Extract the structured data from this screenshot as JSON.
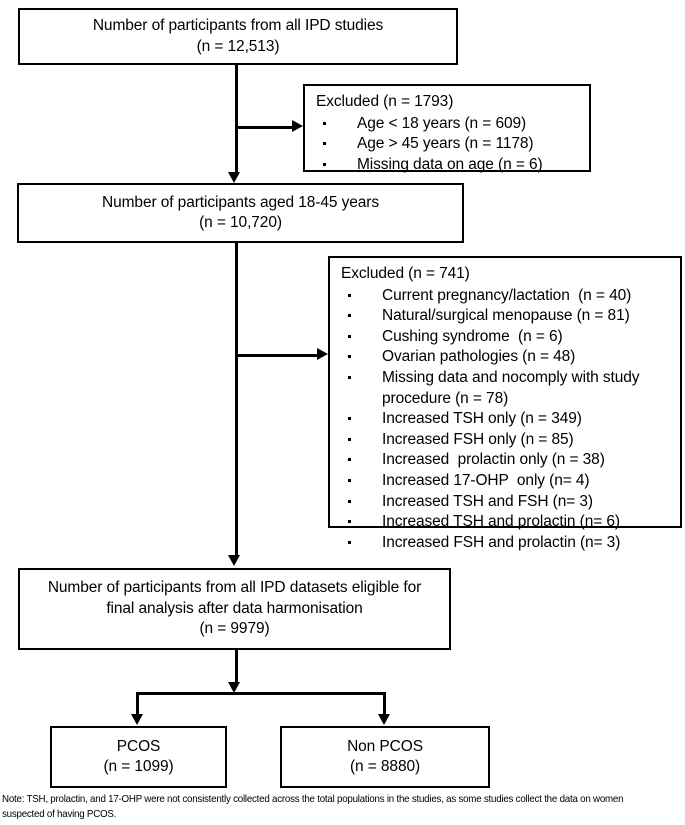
{
  "flowchart": {
    "title": "PRISMA-style participant flow diagram",
    "boxes": {
      "main_1": {
        "line1": "Number of participants from all IPD studies",
        "line2": "(n = 12,513)"
      },
      "main_2": {
        "line1": "Number of participants aged 18-45 years",
        "line2": "(n = 10,720)"
      },
      "main_3": {
        "line1": "Number of participants from all IPD datasets eligible for",
        "line2": "final analysis after data harmonisation",
        "line3": "(n = 9979)"
      },
      "pcos": {
        "line1": "PCOS",
        "line2": "(n = 1099)"
      },
      "non_pcos": {
        "line1": "Non PCOS",
        "line2": "(n = 8880)"
      }
    },
    "exclusions": {
      "first": {
        "title": "Excluded (n = 1793)",
        "items": [
          "Age < 18 years (n = 609)",
          "Age > 45 years (n = 1178)",
          "Missing data on age (n = 6)"
        ]
      },
      "second": {
        "title": "Excluded (n = 741)",
        "items": [
          "Current pregnancy/lactation  (n = 40)",
          "Natural/surgical menopause (n = 81)",
          "Cushing syndrome  (n = 6)",
          "Ovarian pathologies (n = 48)",
          "Missing data and nocomply with study",
          "procedure (n = 78)",
          "Increased TSH only (n = 349)",
          "Increased FSH only (n = 85)",
          "Increased  prolactin only (n = 38)",
          "Increased 17-OHP  only (n= 4)",
          "Increased TSH and FSH (n= 3)",
          "Increased TSH and prolactin (n= 6)",
          "Increased FSH and prolactin (n= 3)"
        ],
        "continuation_indexes": [
          5
        ]
      }
    },
    "footnote": "Note: TSH, prolactin, and 17-OHP were not consistently collected across the total populations in the studies, as some studies collect the data on women suspected of having PCOS.",
    "colors": {
      "stroke": "#000000",
      "background": "#ffffff"
    }
  }
}
